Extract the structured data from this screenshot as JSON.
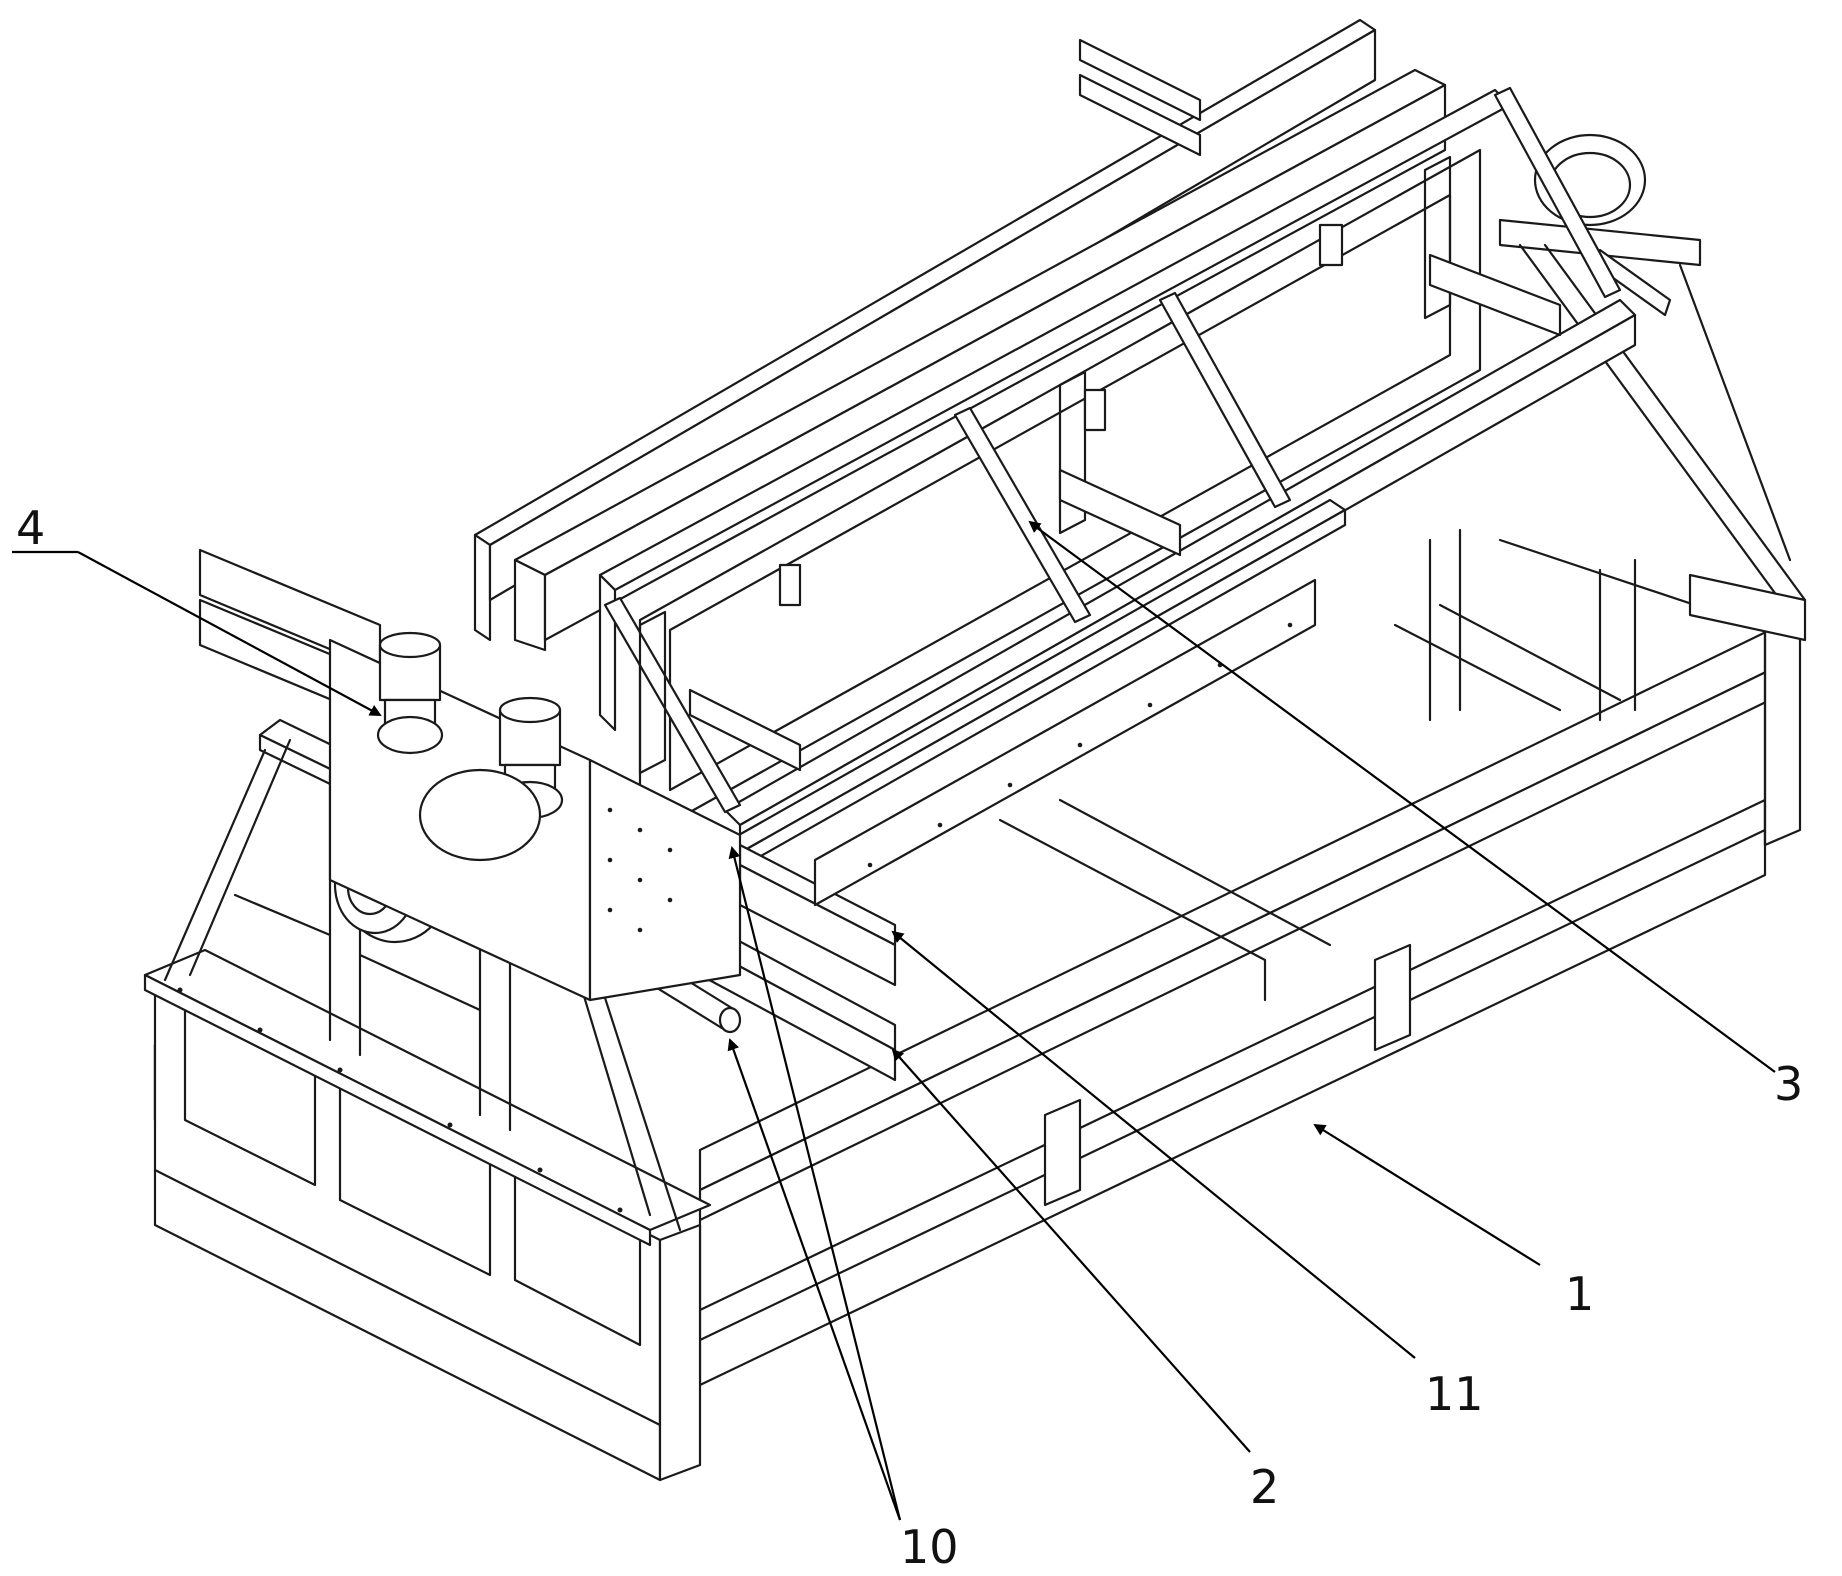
{
  "labels": {
    "l4": "4",
    "l3": "3",
    "l1": "1",
    "l11": "11",
    "l2": "2",
    "l10": "10"
  },
  "colors": {
    "ink": "#1a1a1a",
    "paper": "#ffffff"
  }
}
